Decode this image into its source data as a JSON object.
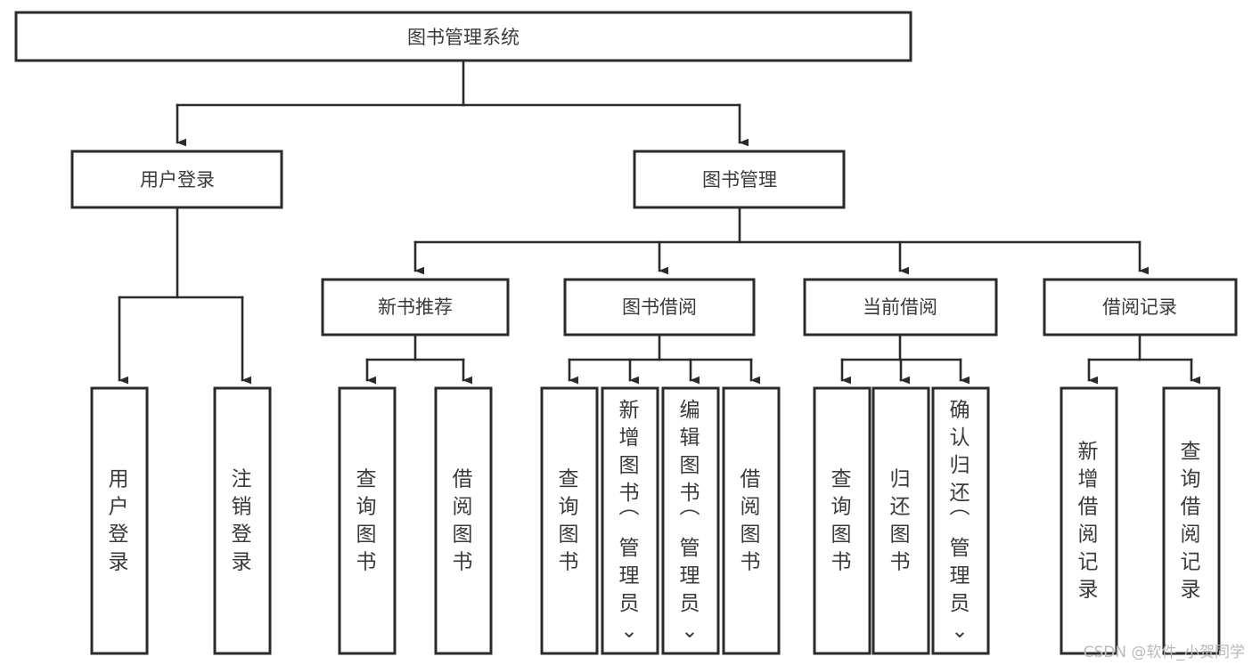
{
  "diagram": {
    "type": "tree-hierarchy",
    "title": "图书管理系统",
    "orientation": "top-down",
    "colors": {
      "box_stroke": "#2b2b2b",
      "box_fill": "#ffffff",
      "connector": "#2b2b2b",
      "text": "#3a3a3a",
      "watermark": "#b9b9b9",
      "background": "#ffffff"
    },
    "levels": 3,
    "nodes": {
      "root": {
        "label": "图书管理系统"
      },
      "level2": [
        {
          "label": "用户登录"
        },
        {
          "label": "图书管理"
        }
      ],
      "level3": [
        {
          "label": "新书推荐"
        },
        {
          "label": "图书借阅"
        },
        {
          "label": "当前借阅"
        },
        {
          "label": "借阅记录"
        }
      ],
      "leaves": {
        "user_login": [
          {
            "label": "用户登录"
          },
          {
            "label": "注销登录"
          }
        ],
        "new_book_recommend": [
          {
            "label": "查询图书"
          },
          {
            "label": "借阅图书"
          }
        ],
        "book_borrow": [
          {
            "label": "查询图书"
          },
          {
            "label": "新增图书（管理员）"
          },
          {
            "label": "编辑图书（管理员）"
          },
          {
            "label": "借阅图书"
          }
        ],
        "current_borrow": [
          {
            "label": "查询图书"
          },
          {
            "label": "归还图书"
          },
          {
            "label": "确认归还（管理员）"
          }
        ],
        "borrow_record": [
          {
            "label": "新增借阅记录"
          },
          {
            "label": "查询借阅记录"
          }
        ]
      }
    },
    "watermark": "CSDN @软件_小贺同学"
  }
}
